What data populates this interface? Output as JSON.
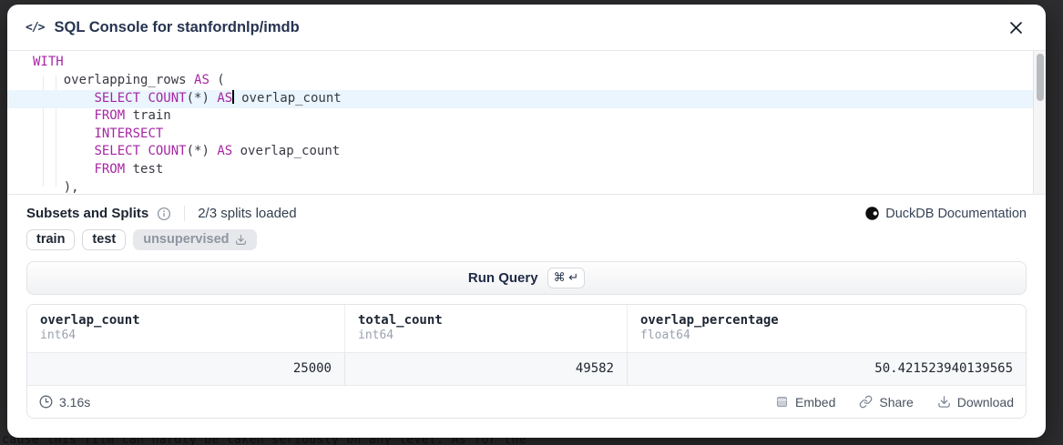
{
  "backdrop": {
    "visible_page_text": "cause this film can hardly be taken seriously on any level. As for the"
  },
  "dialog": {
    "title": "SQL Console for stanfordnlp/imdb",
    "close_label": "close"
  },
  "editor": {
    "active_line": 2,
    "lines": [
      {
        "segments": [
          {
            "t": "WITH",
            "c": "kw"
          }
        ]
      },
      {
        "segments": [
          {
            "t": "    overlapping_rows "
          },
          {
            "t": "AS",
            "c": "kw"
          },
          {
            "t": " ("
          }
        ]
      },
      {
        "segments": [
          {
            "t": "        "
          },
          {
            "t": "SELECT",
            "c": "kw"
          },
          {
            "t": " "
          },
          {
            "t": "COUNT",
            "c": "kw"
          },
          {
            "t": "(*) "
          },
          {
            "t": "AS",
            "c": "kw"
          },
          {
            "t": "",
            "c": "cursor"
          },
          {
            "t": " overlap_count"
          }
        ]
      },
      {
        "segments": [
          {
            "t": "        "
          },
          {
            "t": "FROM",
            "c": "kw"
          },
          {
            "t": " train"
          }
        ]
      },
      {
        "segments": [
          {
            "t": "        "
          },
          {
            "t": "INTERSECT",
            "c": "kw"
          }
        ]
      },
      {
        "segments": [
          {
            "t": "        "
          },
          {
            "t": "SELECT",
            "c": "kw"
          },
          {
            "t": " "
          },
          {
            "t": "COUNT",
            "c": "kw"
          },
          {
            "t": "(*) "
          },
          {
            "t": "AS",
            "c": "kw"
          },
          {
            "t": " overlap_count"
          }
        ]
      },
      {
        "segments": [
          {
            "t": "        "
          },
          {
            "t": "FROM",
            "c": "kw"
          },
          {
            "t": " test"
          }
        ]
      },
      {
        "segments": [
          {
            "t": "    ),"
          }
        ]
      }
    ]
  },
  "splits": {
    "heading": "Subsets and Splits",
    "status": "2/3 splits loaded",
    "doc_link_label": "DuckDB Documentation",
    "pills": [
      {
        "label": "train",
        "state": "loaded"
      },
      {
        "label": "test",
        "state": "loaded"
      },
      {
        "label": "unsupervised",
        "state": "unloaded",
        "icon": "download-icon"
      }
    ]
  },
  "run_query": {
    "label": "Run Query",
    "shortcut": "⌘ ↵"
  },
  "results": {
    "columns": [
      {
        "name": "overlap_count",
        "type": "int64"
      },
      {
        "name": "total_count",
        "type": "int64"
      },
      {
        "name": "overlap_percentage",
        "type": "float64"
      }
    ],
    "rows": [
      [
        "25000",
        "49582",
        "50.421523940139565"
      ]
    ],
    "duration": "3.16s",
    "actions": [
      {
        "icon": "embed-icon",
        "label": "Embed"
      },
      {
        "icon": "share-icon",
        "label": "Share"
      },
      {
        "icon": "download-icon",
        "label": "Download"
      }
    ]
  }
}
